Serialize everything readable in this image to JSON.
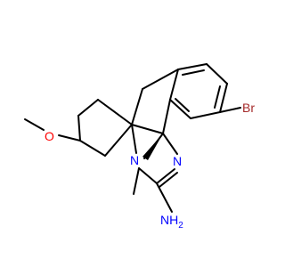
{
  "molecule": {
    "atoms": {
      "bromine": "Br",
      "oxygen": "O",
      "nitrogen_ring": "N",
      "nitrogen_imine": "N",
      "amine": "NH"
    },
    "subscripts": {
      "amine_h": "2"
    },
    "colors": {
      "bond": "#000000",
      "bromine": "#a52a2a",
      "nitrogen": "#0000ff",
      "oxygen": "#ff0000"
    }
  }
}
